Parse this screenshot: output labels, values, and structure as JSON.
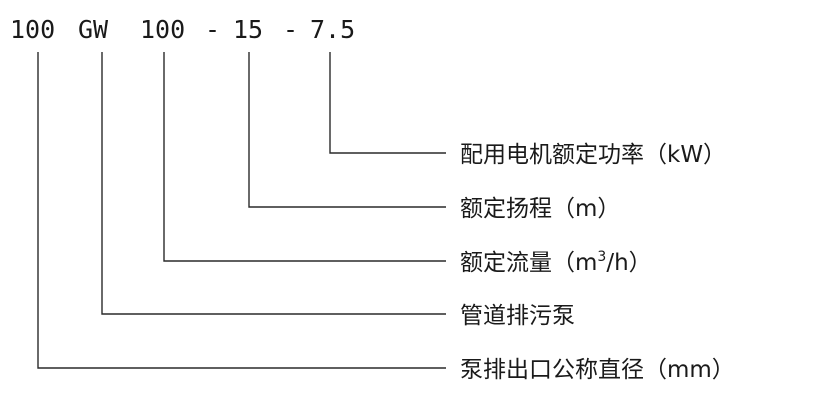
{
  "model_code": {
    "parts": {
      "diameter": "100",
      "type": "GW",
      "flow": "100",
      "sep1": "-",
      "head": "15",
      "sep2": "-",
      "power": "7.5"
    }
  },
  "legend": {
    "power_label": "配用电机额定功率（kW）",
    "head_label": "额定扬程（m）",
    "flow_label_main": "额定流量（m",
    "flow_label_sup": "3",
    "flow_label_tail": "/h）",
    "type_label": "管道排污泵",
    "diameter_label": "泵排出口公称直径（mm）"
  },
  "colors": {
    "text": "#1a1a1a",
    "line": "#2a2a2a",
    "background": "#ffffff"
  }
}
